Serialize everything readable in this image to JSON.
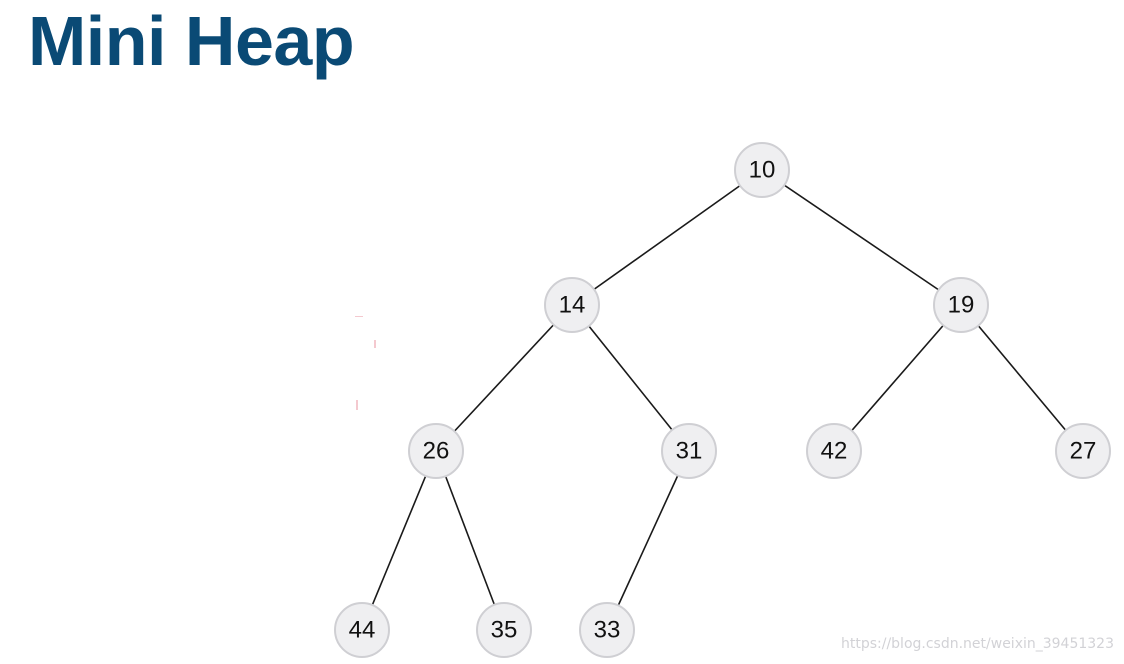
{
  "title": "Mini Heap",
  "watermark": "https://blog.csdn.net/weixin_39451323",
  "heap": {
    "nodes": [
      {
        "id": "n0",
        "value": "10"
      },
      {
        "id": "n1",
        "value": "14"
      },
      {
        "id": "n2",
        "value": "19"
      },
      {
        "id": "n3",
        "value": "26"
      },
      {
        "id": "n4",
        "value": "31"
      },
      {
        "id": "n5",
        "value": "42"
      },
      {
        "id": "n6",
        "value": "27"
      },
      {
        "id": "n7",
        "value": "44"
      },
      {
        "id": "n8",
        "value": "35"
      },
      {
        "id": "n9",
        "value": "33"
      }
    ],
    "edges": [
      [
        "n0",
        "n1"
      ],
      [
        "n0",
        "n2"
      ],
      [
        "n1",
        "n3"
      ],
      [
        "n1",
        "n4"
      ],
      [
        "n2",
        "n5"
      ],
      [
        "n2",
        "n6"
      ],
      [
        "n3",
        "n7"
      ],
      [
        "n3",
        "n8"
      ],
      [
        "n4",
        "n9"
      ]
    ]
  }
}
